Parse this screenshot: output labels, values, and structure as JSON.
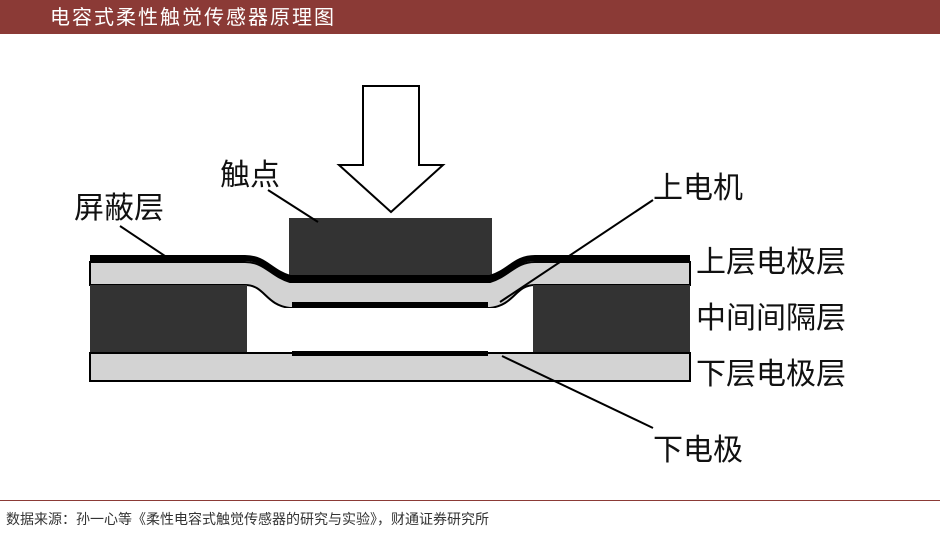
{
  "header": {
    "title": "电容式柔性触觉传感器原理图"
  },
  "diagram": {
    "labels": {
      "contact": "触点",
      "shield_layer": "屏蔽层",
      "upper_electrode": "上电机",
      "upper_electrode_layer": "上层电极层",
      "middle_spacer_layer": "中间间隔层",
      "lower_electrode_layer": "下层电极层",
      "lower_electrode": "下电极"
    },
    "colors": {
      "dark_fill": "#333333",
      "light_fill": "#d3d3d3",
      "line": "#000000",
      "arrow_fill": "#ffffff"
    }
  },
  "footer": {
    "source": "数据来源：孙一心等《柔性电容式触觉传感器的研究与实验》，财通证券研究所"
  },
  "colors": {
    "header_bg": "#8b3a36",
    "header_text": "#ffffff"
  }
}
